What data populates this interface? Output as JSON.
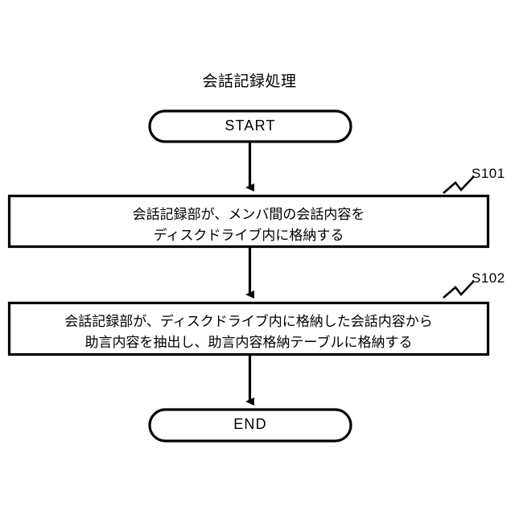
{
  "diagram": {
    "type": "flowchart",
    "title": "会話記録処理",
    "background_color": "#ffffff",
    "line_color": "#000000",
    "nodes": [
      {
        "id": "start",
        "shape": "stadium",
        "label": "START"
      },
      {
        "id": "step-s101",
        "shape": "process",
        "step_tag": "S101",
        "lines": [
          "会話記録部が、メンバ間の会話内容を",
          "ディスクドライブ内に格納する"
        ]
      },
      {
        "id": "step-s102",
        "shape": "process",
        "step_tag": "S102",
        "lines": [
          "会話記録部が、ディスクドライブ内に格納した会話内容から",
          "助言内容を抽出し、助言内容格納テーブルに格納する"
        ]
      },
      {
        "id": "end",
        "shape": "stadium",
        "label": "END"
      }
    ],
    "edges": [
      {
        "from": "start",
        "to": "step-s101",
        "arrow": "down"
      },
      {
        "from": "step-s101",
        "to": "step-s102",
        "arrow": "down"
      },
      {
        "from": "step-s102",
        "to": "end",
        "arrow": "down"
      }
    ]
  }
}
